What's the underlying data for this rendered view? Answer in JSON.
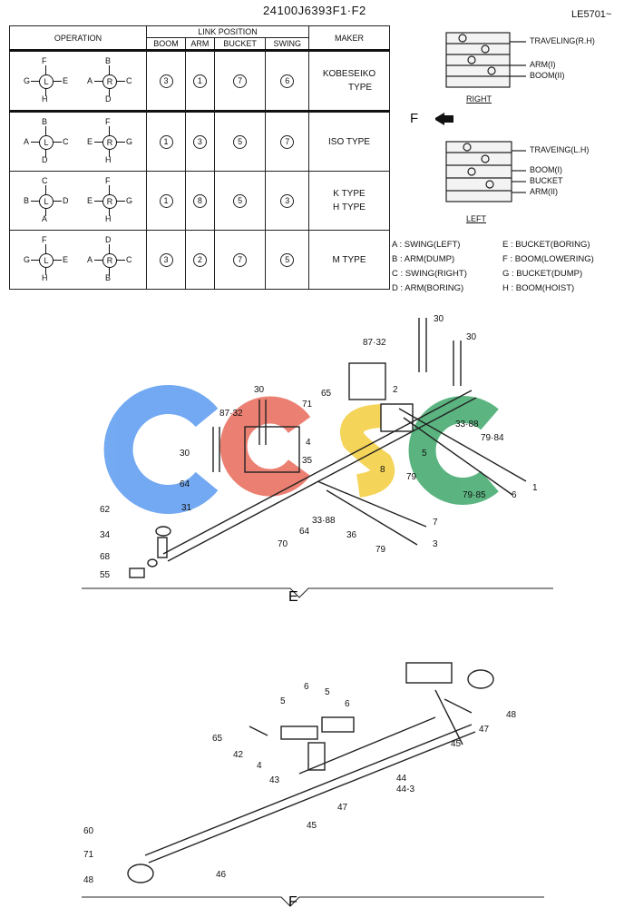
{
  "header": {
    "code": "24100J6393F1·F2",
    "ref": "LE5701~"
  },
  "table": {
    "headers": {
      "operation": "OPERATION",
      "link_position": "LINK POSITION",
      "maker": "MAKER"
    },
    "subheaders": [
      "BOOM",
      "ARM",
      "BUCKET",
      "SWING"
    ],
    "rows": [
      {
        "left": {
          "t": "F",
          "b": "H",
          "l": "G",
          "r": "E",
          "c": "L"
        },
        "right": {
          "t": "B",
          "b": "D",
          "l": "A",
          "r": "C",
          "c": "R"
        },
        "positions": [
          "3",
          "1",
          "7",
          "6"
        ],
        "maker": [
          "KOBESEIKO",
          "TYPE"
        ]
      },
      {
        "left": {
          "t": "B",
          "b": "D",
          "l": "A",
          "r": "C",
          "c": "L"
        },
        "right": {
          "t": "F",
          "b": "H",
          "l": "E",
          "r": "G",
          "c": "R"
        },
        "positions": [
          "1",
          "3",
          "5",
          "7"
        ],
        "maker": [
          "ISO TYPE"
        ]
      },
      {
        "left": {
          "t": "C",
          "b": "A",
          "l": "B",
          "r": "D",
          "c": "L"
        },
        "right": {
          "t": "F",
          "b": "H",
          "l": "E",
          "r": "G",
          "c": "R"
        },
        "positions": [
          "1",
          "8",
          "5",
          "3"
        ],
        "maker": [
          "K   TYPE",
          "H   TYPE"
        ]
      },
      {
        "left": {
          "t": "F",
          "b": "H",
          "l": "G",
          "r": "E",
          "c": "L"
        },
        "right": {
          "t": "D",
          "b": "B",
          "l": "A",
          "r": "C",
          "c": "R"
        },
        "positions": [
          "3",
          "2",
          "7",
          "5"
        ],
        "maker": [
          "M   TYPE"
        ]
      }
    ]
  },
  "valves": {
    "right": {
      "label": "RIGHT",
      "parts": [
        "TRAVELING(R.H)",
        "ARM(I)",
        "BOOM(II)"
      ]
    },
    "left": {
      "label": "LEFT",
      "parts": [
        "TRAVEING(L.H)",
        "BOOM(I)",
        "BUCKET",
        "ARM(II)"
      ]
    },
    "front": "F"
  },
  "legend": {
    "left": [
      "A : SWING(LEFT)",
      "B : ARM(DUMP)",
      "C : SWING(RIGHT)",
      "D : ARM(BORING)"
    ],
    "right": [
      "E : BUCKET(BORING)",
      "F : BOOM(LOWERING)",
      "G : BUCKET(DUMP)",
      "H : BOOM(HOIST)"
    ]
  },
  "diagram_e": {
    "section": "E",
    "numbers": [
      "30",
      "30",
      "87·32",
      "30",
      "87·32",
      "71",
      "65",
      "2",
      "33·88",
      "79·84",
      "4",
      "35",
      "8",
      "30",
      "64",
      "31",
      "62",
      "34",
      "68",
      "55",
      "70",
      "64",
      "33·88",
      "36",
      "79",
      "79·85",
      "6",
      "1",
      "5",
      "7",
      "79",
      "3"
    ]
  },
  "diagram_f": {
    "section": "F",
    "numbers": [
      "48",
      "47",
      "45",
      "5",
      "6",
      "5",
      "6",
      "65",
      "42",
      "4",
      "43",
      "44",
      "44-3",
      "47",
      "45",
      "60",
      "71",
      "48",
      "46"
    ]
  },
  "watermark": {
    "colors": [
      "#5b9bf0",
      "#e86a5a",
      "#f4cd3e",
      "#3fa86b"
    ]
  }
}
